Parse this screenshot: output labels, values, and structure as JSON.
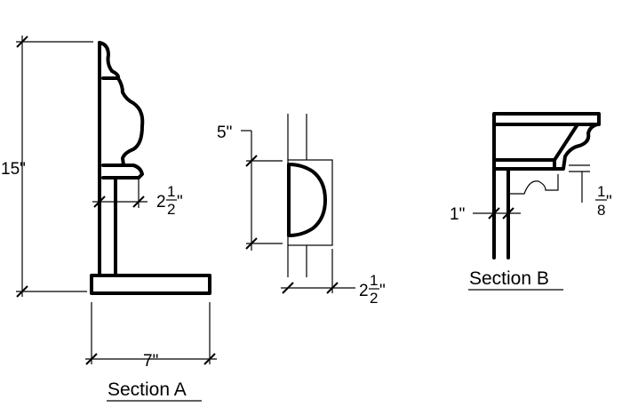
{
  "section_a": {
    "title": "Section A",
    "height_dim": "15\"",
    "width_dim": "7\"",
    "offset_dim": {
      "whole": "2",
      "num": "1",
      "den": "2",
      "unit": "\""
    }
  },
  "detail": {
    "height_dim": "5\"",
    "width_dim": {
      "whole": "2",
      "num": "1",
      "den": "2",
      "unit": "\""
    }
  },
  "section_b": {
    "title": "Section B",
    "gap_dim": "1\"",
    "reveal_dim": {
      "num": "1",
      "den": "8",
      "unit": "\""
    }
  }
}
